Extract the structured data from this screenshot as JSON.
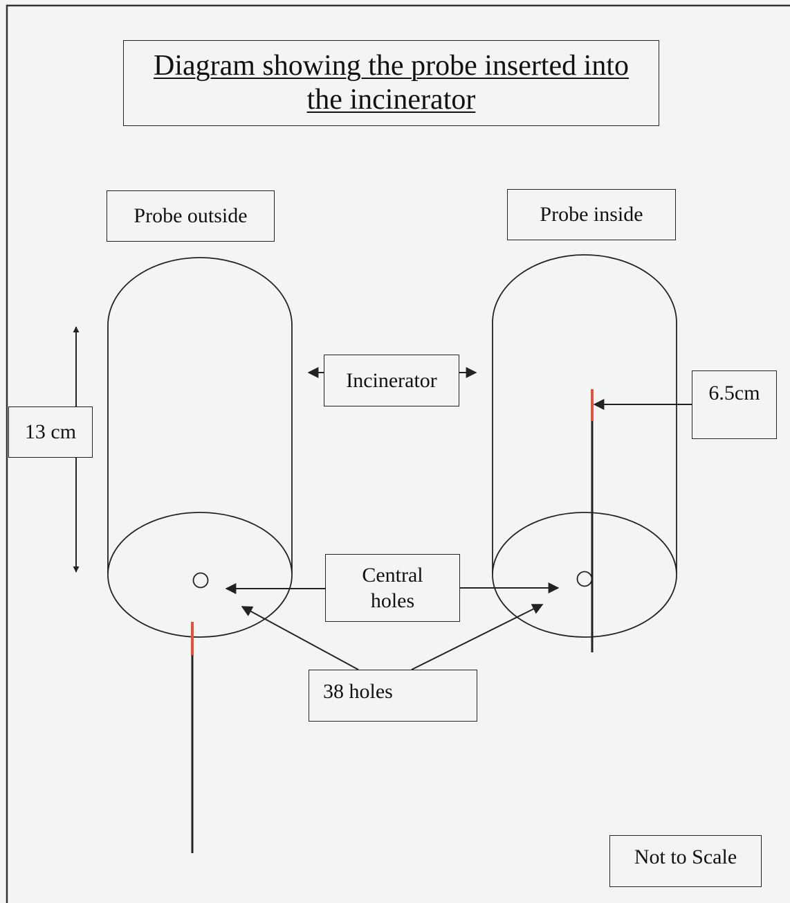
{
  "title": "Diagram showing the probe inserted into the incinerator",
  "labels": {
    "probe_outside": "Probe outside",
    "probe_inside": "Probe inside",
    "incinerator": "Incinerator",
    "height_13cm": "13 cm",
    "depth_6_5cm": "6.5cm",
    "central_holes": "Central holes",
    "holes_38": "38 holes",
    "not_to_scale": "Not to Scale"
  },
  "colors": {
    "background": "#f3f5f4",
    "line": "#222222",
    "probe_tip": "#e0533c"
  }
}
